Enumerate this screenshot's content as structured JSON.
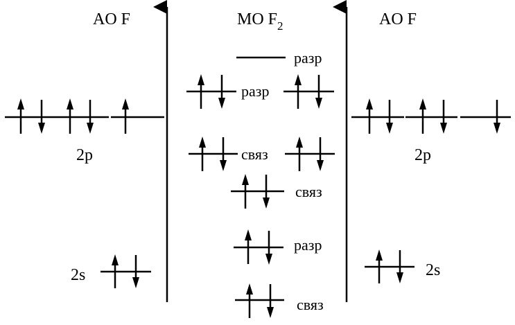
{
  "headers": {
    "left": "AO F",
    "center_main": "MO F",
    "center_sub": "2",
    "right": "AO F"
  },
  "labels": {
    "left_2p": "2p",
    "left_2s": "2s",
    "right_2p": "2p",
    "right_2s": "2s"
  },
  "mo_labels": {
    "top": "разр",
    "pi_anti": "разр",
    "pi_bond": "связ",
    "sigma_p": "связ",
    "sigma_s_anti": "разр",
    "sigma_s_bond": "связ"
  },
  "colors": {
    "line": "#000000",
    "background": "#ffffff"
  }
}
